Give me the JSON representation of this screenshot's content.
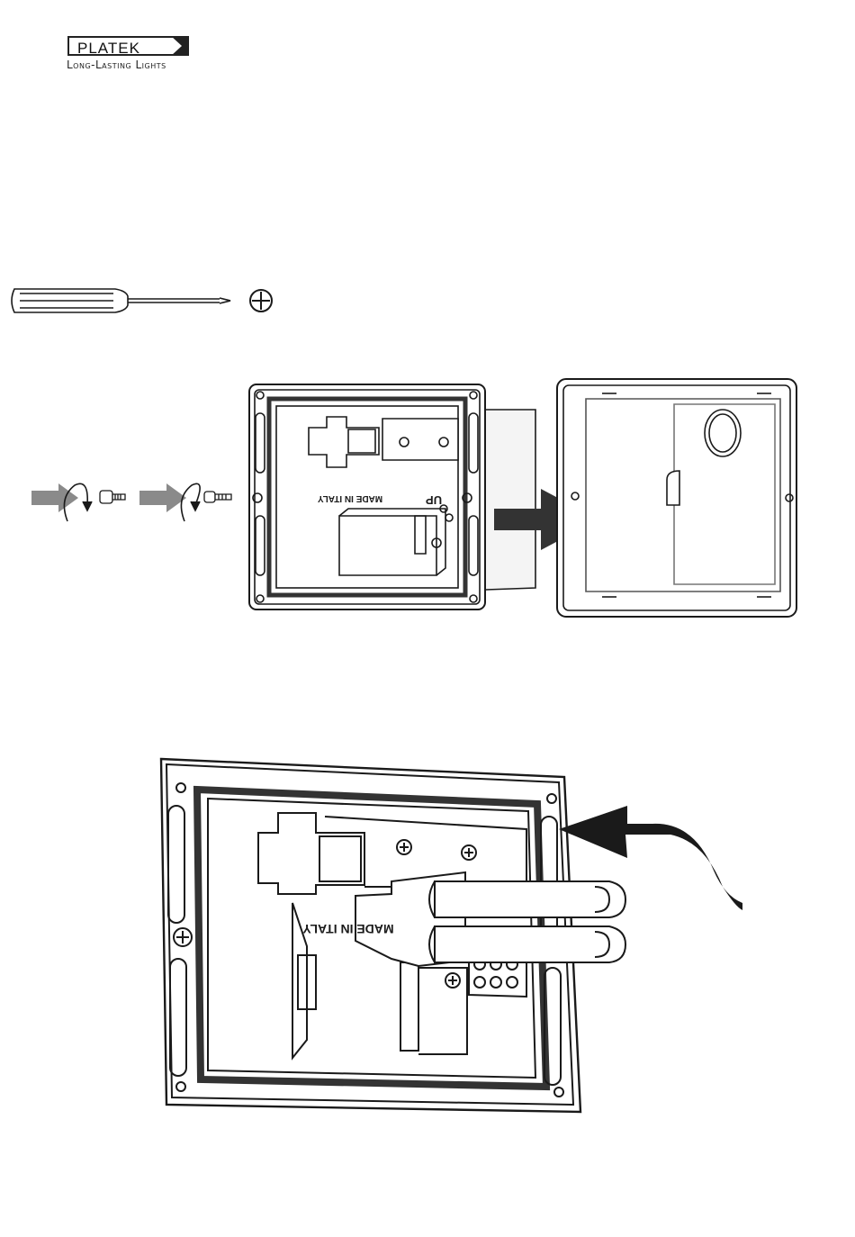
{
  "logo": {
    "brand": "PLATEK",
    "tagline": "Long-Lasting Lights"
  },
  "figure1": {
    "box_label_up": "UP",
    "box_label_made": "MADE IN ITALY"
  },
  "figure2": {
    "box_label": "MADE IN ITALY"
  },
  "colors": {
    "line": "#1a1a1a",
    "arrow_gray": "#8a8a8a",
    "arrow_dark": "#333333"
  }
}
